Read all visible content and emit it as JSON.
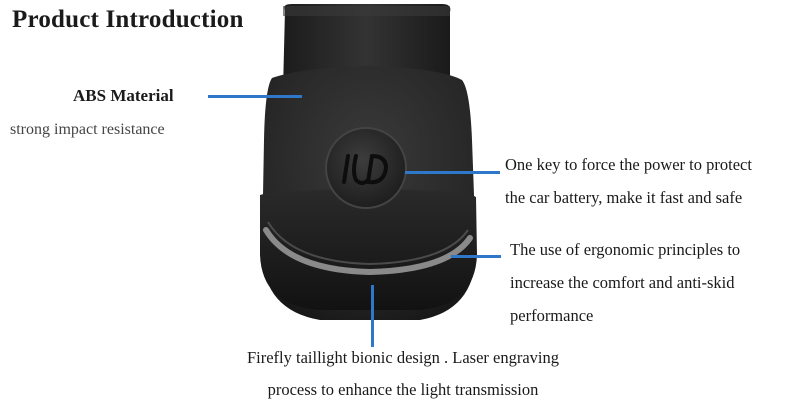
{
  "page": {
    "title": "Product Introduction"
  },
  "callouts": {
    "abs_material": {
      "title": "ABS Material",
      "description": "strong impact resistance"
    },
    "power_key": {
      "line1": "One key to force the power to protect",
      "line2": "the car battery, make it fast and safe"
    },
    "ergonomic": {
      "line1": "The use of ergonomic principles to",
      "line2": "increase the comfort and anti-skid",
      "line3": "performance"
    },
    "taillight": {
      "line1": "Firefly taillight bionic design . Laser engraving",
      "line2": "process to enhance the light transmission"
    }
  },
  "colors": {
    "leader_line": "#2f78c9",
    "device_body": "#2a2a2a",
    "accent_band": "#8a8a8a"
  },
  "icons": [
    "obd-device-image",
    "logo-button-icon"
  ]
}
